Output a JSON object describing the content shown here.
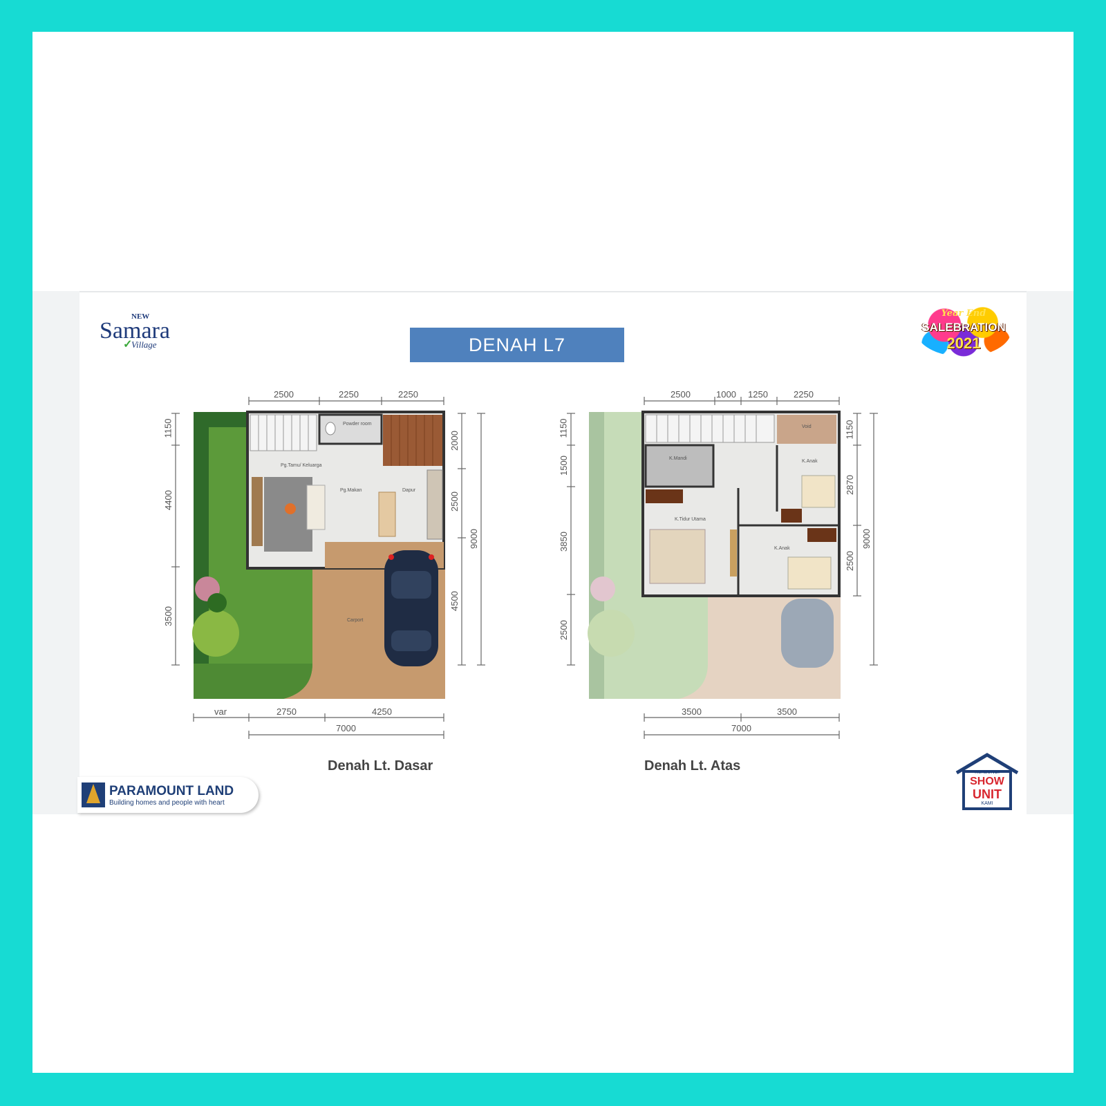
{
  "header": {
    "title": "DENAH L7",
    "brand_new": "NEW",
    "brand_name": "Samara",
    "brand_sub": "Village",
    "badge": {
      "line1": "Year End",
      "line2": "SALEBRATION",
      "line3": "2021"
    }
  },
  "footer": {
    "company": "PARAMOUNT LAND",
    "tagline": "Building homes and people with heart",
    "show_unit": {
      "line1": "KUNJUNGI",
      "line2": "SHOW",
      "line3": "UNIT",
      "line4": "KAMI"
    }
  },
  "plans": [
    {
      "caption": "Denah Lt. Dasar",
      "top_dims": [
        "2500",
        "2250",
        "2250"
      ],
      "bottom_dims": [
        "var",
        "2750",
        "4250"
      ],
      "bottom_total": "7000",
      "left_dims": [
        "1150",
        "4400",
        "3500"
      ],
      "right_dims": [
        "2000",
        "2500",
        "4500"
      ],
      "right_total": "9000",
      "rooms": [
        "Powder room",
        "Pg.Tamu/ Keluarga",
        "Pg.Makan",
        "Dapur",
        "Carport"
      ]
    },
    {
      "caption": "Denah Lt. Atas",
      "top_dims": [
        "2500",
        "1000",
        "1250",
        "2250"
      ],
      "bottom_dims": [
        "3500",
        "3500"
      ],
      "bottom_total": "7000",
      "left_dims": [
        "1150",
        "1500",
        "3850",
        "2500"
      ],
      "right_dims": [
        "1150",
        "2870",
        "2500"
      ],
      "right_total": "9000",
      "rooms": [
        "Void",
        "K.Mandi",
        "K.Anak",
        "K.Tidur Utama",
        "K.Anak"
      ]
    }
  ]
}
